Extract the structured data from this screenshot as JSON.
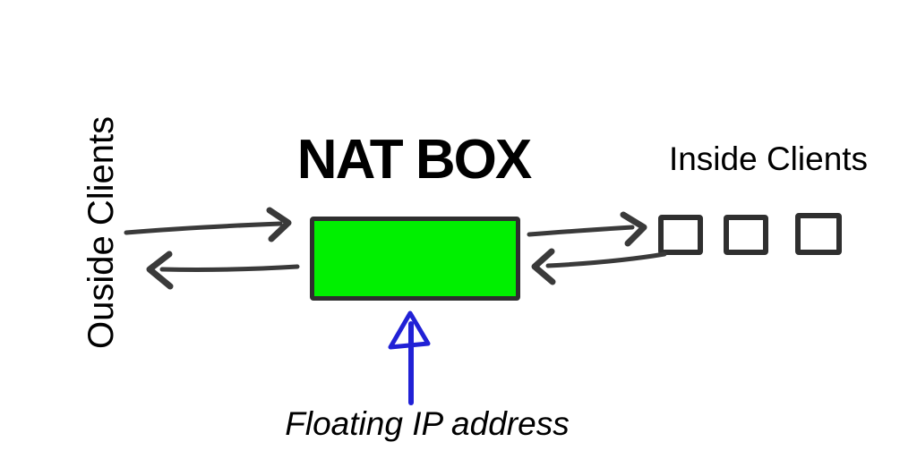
{
  "diagram": {
    "title": "NAT BOX",
    "outside_label": "Ouside Clients",
    "inside_label": "Inside Clients",
    "floating_ip_label": "Floating IP address",
    "inside_client_count": 3
  },
  "colors": {
    "background": "#ffffff",
    "text": "#000000",
    "nat_box_fill": "#00f000",
    "outline_dark": "#2f2f2f",
    "arrow_dark": "#3a3a3a",
    "floating_ip_blue": "#2121d6"
  }
}
